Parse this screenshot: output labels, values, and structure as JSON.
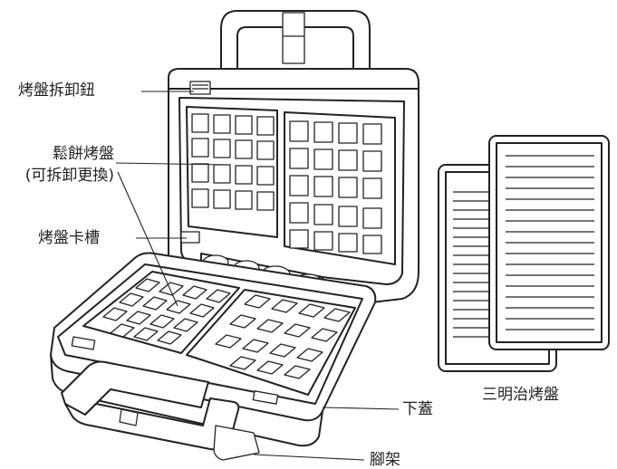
{
  "labels": {
    "release_button": "烤盤拆卸鈕",
    "waffle_plate_line1": "鬆餅烤盤",
    "waffle_plate_line2": "(可拆卸更換)",
    "plate_slot": "烤盤卡槽",
    "lower_lid": "下蓋",
    "stand": "腳架",
    "sandwich_plate": "三明治烤盤"
  },
  "colors": {
    "line": "#222222",
    "background": "#ffffff"
  }
}
